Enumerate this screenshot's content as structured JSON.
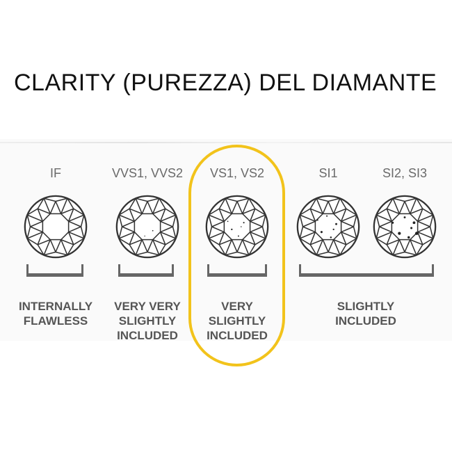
{
  "title": "CLARITY (PUREZZA) DEL DIAMANTE",
  "colors": {
    "highlight": "#f2c31b",
    "outline": "#333333",
    "text": "#555555"
  },
  "grades": [
    {
      "label": "IF",
      "inclusions": "none"
    },
    {
      "label": "VVS1, VVS2",
      "inclusions": "minute"
    },
    {
      "label": "VS1, VS2",
      "inclusions": "minor",
      "highlighted": true
    },
    {
      "label": "SI1",
      "inclusions": "noticeable"
    },
    {
      "label": "SI2, SI3",
      "inclusions": "obvious"
    }
  ],
  "descriptions": [
    {
      "line1": "INTERNALLY",
      "line2": "FLAWLESS",
      "line3": ""
    },
    {
      "line1": "VERY VERY",
      "line2": "SLIGHTLY",
      "line3": "INCLUDED"
    },
    {
      "line1": "VERY",
      "line2": "SLIGHTLY",
      "line3": "INCLUDED"
    },
    {
      "line1": "SLIGHTLY",
      "line2": "INCLUDED",
      "line3": ""
    }
  ]
}
